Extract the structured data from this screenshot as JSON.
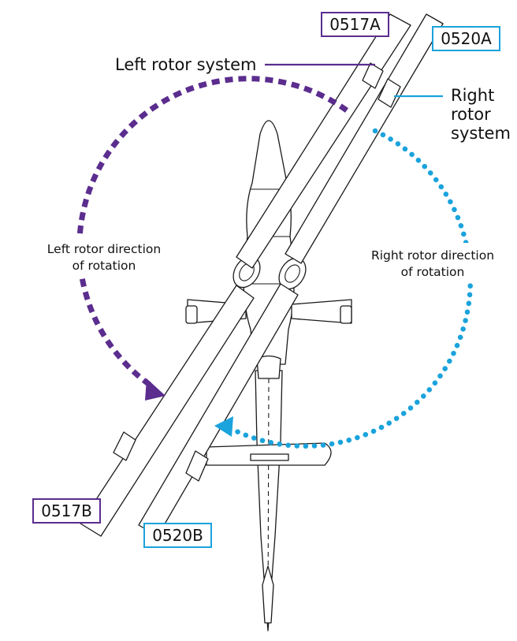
{
  "labels": {
    "blade_left_a": "0517A",
    "blade_right_a": "0520A",
    "blade_left_b": "0517B",
    "blade_right_b": "0520B",
    "left_rotor_system": "Left rotor system",
    "right_rotor_system": [
      "Right",
      "rotor",
      "system"
    ],
    "left_rotation": [
      "Left rotor direction",
      "of rotation"
    ],
    "right_rotation": [
      "Right rotor direction",
      "of rotation"
    ]
  },
  "colors": {
    "left_rotor": "#5b2d8e",
    "right_rotor": "#1aa3dc",
    "outline": "#1a1a1a"
  },
  "icons": {
    "left_arrow": "arrow-head-icon",
    "right_arrow": "arrow-head-icon"
  }
}
